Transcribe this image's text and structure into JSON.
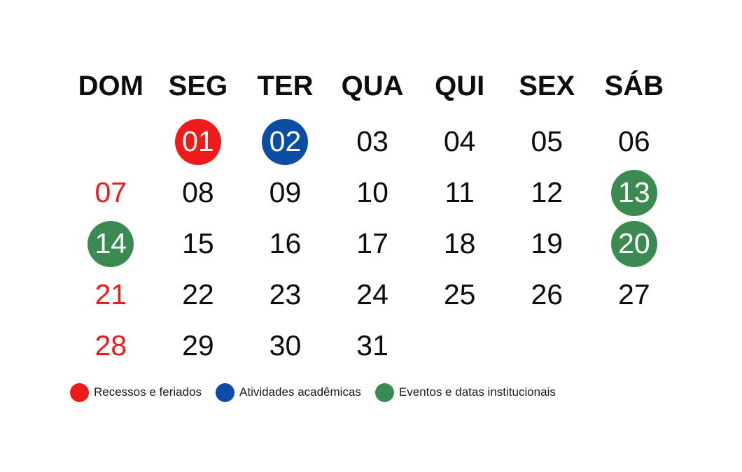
{
  "colors": {
    "recess": "#ef1b1b",
    "academic": "#0a4da2",
    "institutional": "#3a8a52"
  },
  "weekdays": [
    "DOM",
    "SEG",
    "TER",
    "QUA",
    "QUI",
    "SEX",
    "SÁB"
  ],
  "days": [
    {
      "label": "",
      "type": "empty"
    },
    {
      "label": "01",
      "type": "recess"
    },
    {
      "label": "02",
      "type": "academic"
    },
    {
      "label": "03",
      "type": "none"
    },
    {
      "label": "04",
      "type": "none"
    },
    {
      "label": "05",
      "type": "none"
    },
    {
      "label": "06",
      "type": "none"
    },
    {
      "label": "07",
      "type": "sunday"
    },
    {
      "label": "08",
      "type": "none"
    },
    {
      "label": "09",
      "type": "none"
    },
    {
      "label": "10",
      "type": "none"
    },
    {
      "label": "11",
      "type": "none"
    },
    {
      "label": "12",
      "type": "none"
    },
    {
      "label": "13",
      "type": "institutional"
    },
    {
      "label": "14",
      "type": "institutional"
    },
    {
      "label": "15",
      "type": "none"
    },
    {
      "label": "16",
      "type": "none"
    },
    {
      "label": "17",
      "type": "none"
    },
    {
      "label": "18",
      "type": "none"
    },
    {
      "label": "19",
      "type": "none"
    },
    {
      "label": "20",
      "type": "institutional"
    },
    {
      "label": "21",
      "type": "sunday"
    },
    {
      "label": "22",
      "type": "none"
    },
    {
      "label": "23",
      "type": "none"
    },
    {
      "label": "24",
      "type": "none"
    },
    {
      "label": "25",
      "type": "none"
    },
    {
      "label": "26",
      "type": "none"
    },
    {
      "label": "27",
      "type": "none"
    },
    {
      "label": "28",
      "type": "sunday"
    },
    {
      "label": "29",
      "type": "none"
    },
    {
      "label": "30",
      "type": "none"
    },
    {
      "label": "31",
      "type": "none"
    }
  ],
  "legend": [
    {
      "label": "Recessos e feriados",
      "type": "recess"
    },
    {
      "label": "Atividades acadêmicas",
      "type": "academic"
    },
    {
      "label": "Eventos e datas institucionais",
      "type": "institutional"
    }
  ]
}
